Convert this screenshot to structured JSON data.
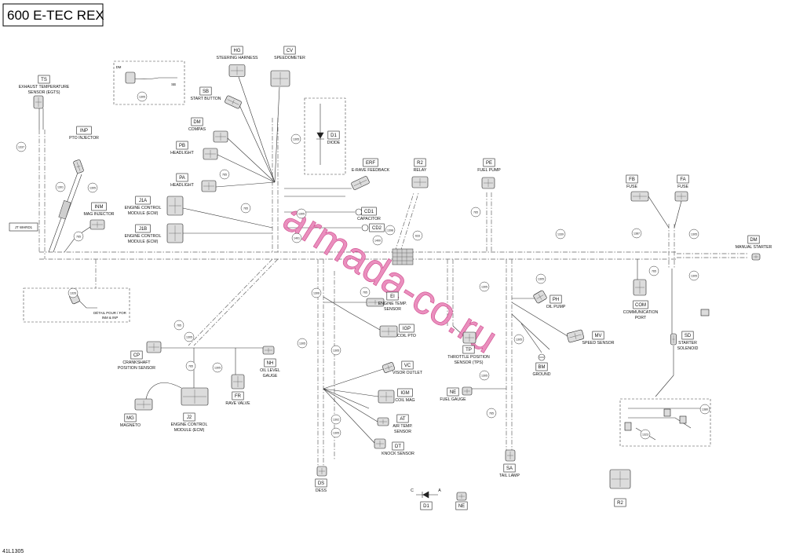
{
  "title": "600 E-TEC REX",
  "figure_code": "41L1305",
  "watermark": "armada-co.ru",
  "components": [
    {
      "code": "TS",
      "label": [
        "EXHAUST TEMPERATURE",
        "SENSOR (EGTS)"
      ]
    },
    {
      "code": "INP",
      "label": [
        "PTO INJECTOR"
      ]
    },
    {
      "code": "INM",
      "label": [
        "MAG INJECTOR"
      ]
    },
    {
      "code": "HG",
      "label": [
        "STEERING HARNESS"
      ]
    },
    {
      "code": "CV",
      "label": [
        "SPEEDOMETER"
      ]
    },
    {
      "code": "SB",
      "label": [
        "START BUTTON"
      ]
    },
    {
      "code": "DM",
      "label": [
        "COMPAS"
      ]
    },
    {
      "code": "PB",
      "label": [
        "HEADLIGHT"
      ]
    },
    {
      "code": "PA",
      "label": [
        "HEADLIGHT"
      ]
    },
    {
      "code": "J1A",
      "label": [
        "ENGINE CONTROL",
        "MODULE (ECM)"
      ]
    },
    {
      "code": "J1B",
      "label": [
        "ENGINE CONTROL",
        "MODULE (ECM)"
      ]
    },
    {
      "code": "D1",
      "label": [
        "DIODE"
      ]
    },
    {
      "code": "ERF",
      "label": [
        "E-RAVE FEEDBACK"
      ]
    },
    {
      "code": "R2",
      "label": [
        "RELAY"
      ]
    },
    {
      "code": "PE",
      "label": [
        "FUEL PUMP"
      ]
    },
    {
      "code": "FB",
      "label": [
        "FUSE"
      ]
    },
    {
      "code": "FA",
      "label": [
        "FUSE"
      ]
    },
    {
      "code": "CD1",
      "label": [
        "CAPACITOR"
      ]
    },
    {
      "code": "CD2",
      "label": []
    },
    {
      "code": "DM",
      "label": [
        "MANUAL STARTER"
      ]
    },
    {
      "code": "EI",
      "label": [
        "ENGINE TEMP.",
        "SENSOR"
      ]
    },
    {
      "code": "IGP",
      "label": [
        "COIL PTO"
      ]
    },
    {
      "code": "TP",
      "label": [
        "THROTTLE POSITION",
        "SENSOR (TPS)"
      ]
    },
    {
      "code": "PH",
      "label": [
        "OIL PUMP"
      ]
    },
    {
      "code": "BM",
      "label": [
        "GROUND"
      ]
    },
    {
      "code": "MV",
      "label": [
        "SPEED SENSOR"
      ]
    },
    {
      "code": "COM",
      "label": [
        "COMMUNICATION",
        "PORT"
      ]
    },
    {
      "code": "SD",
      "label": [
        "STARTER",
        "SOLENOID"
      ]
    },
    {
      "code": "CP",
      "label": [
        "CRANKSHAFT",
        "POSITION SENSOR"
      ]
    },
    {
      "code": "NH",
      "label": [
        "OIL LEVEL",
        "GAUGE"
      ]
    },
    {
      "code": "VC",
      "label": [
        "VISOR OUTLET"
      ]
    },
    {
      "code": "IGM",
      "label": [
        "COIL MAG"
      ]
    },
    {
      "code": "NE",
      "label": [
        "FUEL GAUGE"
      ]
    },
    {
      "code": "AT",
      "label": [
        "AIR TEMP.",
        "SENSOR"
      ]
    },
    {
      "code": "DT",
      "label": [
        "KNOCK SENSOR"
      ]
    },
    {
      "code": "MG",
      "label": [
        "MAGNETO"
      ]
    },
    {
      "code": "J2",
      "label": [
        "ENGINE CONTROL",
        "MODULE (ECM)"
      ]
    },
    {
      "code": "FR",
      "label": [
        "RAVE VALVE"
      ]
    },
    {
      "code": "DS",
      "label": [
        "DESS"
      ]
    },
    {
      "code": "SA",
      "label": [
        "TAIL LAMP"
      ]
    },
    {
      "code": "D1",
      "label": []
    },
    {
      "code": "NE",
      "label": []
    },
    {
      "code": "R2",
      "label": []
    }
  ],
  "callouts": [
    "1337",
    "1301",
    "1305",
    "765",
    "1305",
    "765",
    "1305",
    "765",
    "1305",
    "1401",
    "1400",
    "1398",
    "633",
    "765",
    "1339",
    "1387",
    "1305",
    "765",
    "1305",
    "1305",
    "1305",
    "1306",
    "765",
    "765",
    "1305",
    "1305",
    "1305",
    "765",
    "1305",
    "1305",
    "1305",
    "1302",
    "1305",
    "765",
    "1326",
    "1380",
    "1323"
  ],
  "notes": {
    "junction_tag": "JT WHRD1",
    "detail_title": "DÉTAIL POUR / FOR",
    "detail_subject": "INM & INP",
    "inset_tag_1": "DM",
    "inset_tag_2": "SB",
    "diode_cathode": "C",
    "diode_anode": "A"
  }
}
